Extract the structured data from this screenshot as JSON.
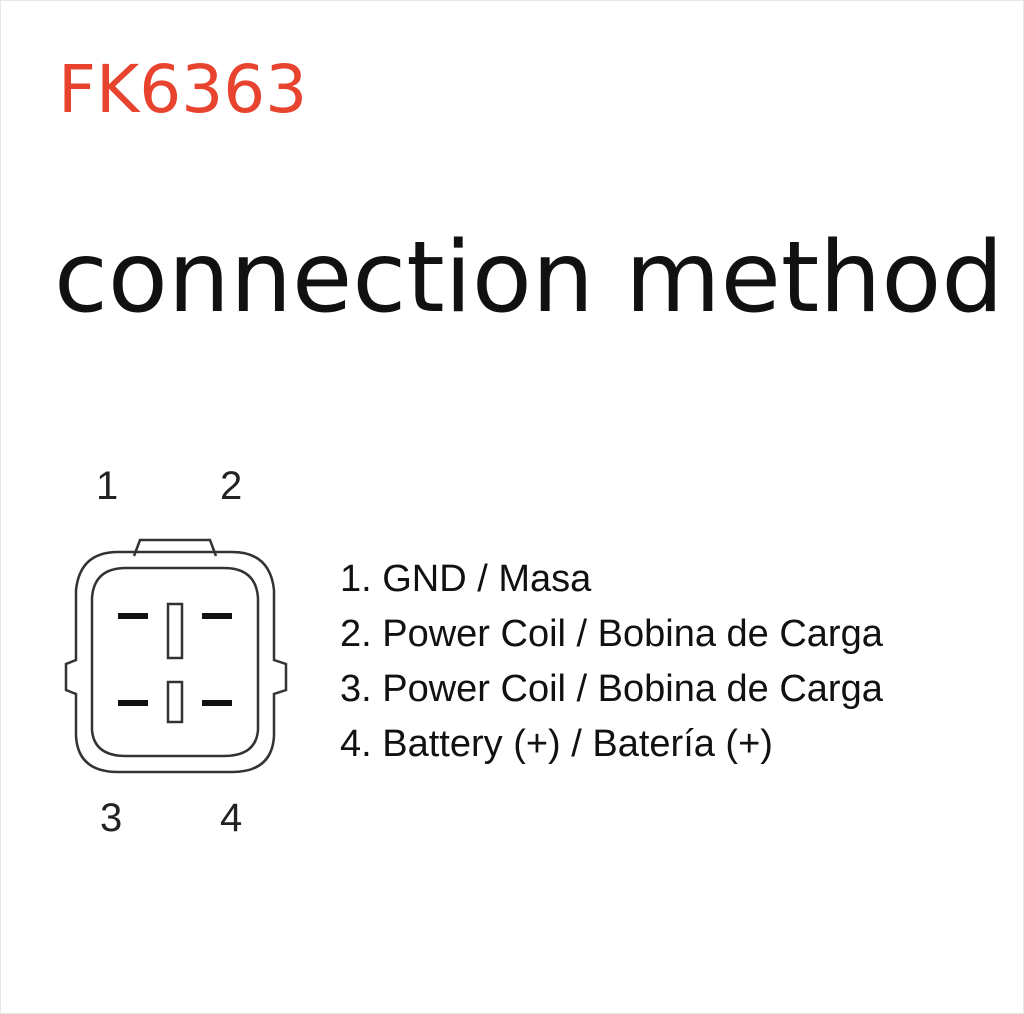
{
  "part_number": "FK6363",
  "heading": "connection method",
  "colors": {
    "part_number": "#e8432f",
    "text": "#111111",
    "outline": "#333333"
  },
  "connector": {
    "pin_labels": [
      "1",
      "2",
      "3",
      "4"
    ],
    "pins": [
      {
        "label": "1. GND / Masa"
      },
      {
        "label": "2. Power Coil / Bobina de Carga"
      },
      {
        "label": "3. Power Coil / Bobina de Carga"
      },
      {
        "label": "4. Battery (+) / Batería (+)"
      }
    ]
  }
}
